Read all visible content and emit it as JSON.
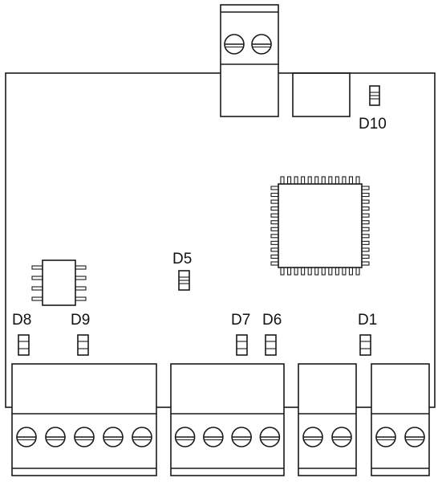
{
  "diagram": {
    "colors": {
      "stroke": "#1a1a1a",
      "background": "#ffffff"
    },
    "labels": {
      "d10": "D10",
      "d5": "D5",
      "d8": "D8",
      "d9": "D9",
      "d7": "D7",
      "d6": "D6",
      "d1": "D1"
    },
    "connectors": {
      "top": {
        "screws": 2
      },
      "bottom_1": {
        "screws": 5
      },
      "bottom_2": {
        "screws": 4
      },
      "bottom_3": {
        "screws": 2
      },
      "bottom_4": {
        "screws": 2
      }
    },
    "chips": {
      "qfp": {
        "pins_per_side": 12
      },
      "soic": {
        "pins_per_side": 4
      }
    }
  }
}
